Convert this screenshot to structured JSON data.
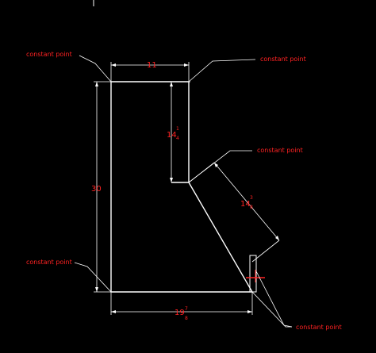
{
  "colors": {
    "background": "#000000",
    "geometry": "#ffffff",
    "text": "#ff2222"
  },
  "labels": {
    "constant_point": "constant point"
  },
  "dimensions": {
    "top_width": {
      "whole": "11"
    },
    "notch_height": {
      "whole": "14",
      "num": "1",
      "den": "4"
    },
    "left_height": {
      "whole": "30"
    },
    "slope_length": {
      "whole": "14",
      "num": "3",
      "den": "8"
    },
    "bottom_width": {
      "whole": "19",
      "num": "7",
      "den": "8"
    }
  }
}
